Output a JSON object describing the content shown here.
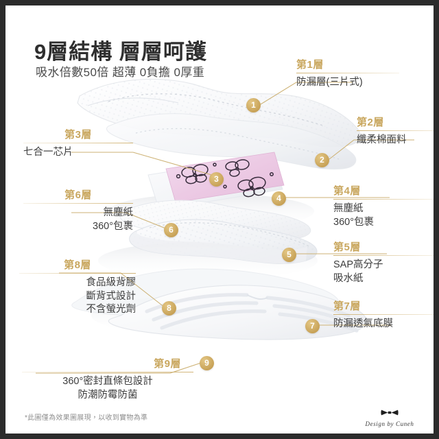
{
  "frame": {
    "border_color": "#2b2b2b",
    "background": "#ffffff",
    "accent_gold": "#c9a75f",
    "text_dark": "#2f2f2f"
  },
  "header": {
    "title": "9層結構 層層呵護",
    "subtitle": "吸水倍數50倍 超薄 0負擔 0厚重"
  },
  "layers": [
    {
      "number": "1",
      "label": "第1層",
      "desc_lines": [
        "防漏層(三片式)"
      ],
      "desc": "防漏層(三片式)",
      "side": "right"
    },
    {
      "number": "2",
      "label": "第2層",
      "desc_lines": [
        "纖柔棉面料"
      ],
      "desc": "纖柔棉面料",
      "side": "right"
    },
    {
      "number": "3",
      "label": "第3層",
      "desc_lines": [
        "七合一芯片"
      ],
      "desc": "七合一芯片",
      "side": "left"
    },
    {
      "number": "4",
      "label": "第4層",
      "desc_lines": [
        "無塵紙",
        "360°包裹"
      ],
      "desc": "無塵紙 360°包裹",
      "side": "right"
    },
    {
      "number": "5",
      "label": "第5層",
      "desc_lines": [
        "SAP高分子",
        "吸水紙"
      ],
      "desc": "SAP高分子 吸水紙",
      "side": "right"
    },
    {
      "number": "6",
      "label": "第6層",
      "desc_lines": [
        "無塵紙",
        "360°包裹"
      ],
      "desc": "無塵紙 360°包裹",
      "side": "left"
    },
    {
      "number": "7",
      "label": "第7層",
      "desc_lines": [
        "防漏透氣底膜"
      ],
      "desc": "防漏透氣底膜",
      "side": "right"
    },
    {
      "number": "8",
      "label": "第8層",
      "desc_lines": [
        "食品級背膠",
        "斷背式設計",
        "不含螢光劑"
      ],
      "desc": "食品級背膠 斷背式設計 不含螢光劑",
      "side": "left"
    },
    {
      "number": "9",
      "label": "第9層",
      "desc_lines": [
        "360°密封直條包設計",
        "防潮防霉防菌"
      ],
      "desc": "360°密封直條包設計 防潮防霉防菌",
      "side": "left"
    }
  ],
  "footer": {
    "disclaimer": "*此圖僅為效果圖展現，以收到實物為準",
    "brand_byline": "Design by Cuneh",
    "brand_icon": "bowtie-icon"
  },
  "artwork": {
    "description": "exploded-view sanitary napkin layer stack",
    "chip_color": "#efd2e8",
    "chip_pattern": "butterfly-floral",
    "sheet_color": "#f7f8fa"
  }
}
